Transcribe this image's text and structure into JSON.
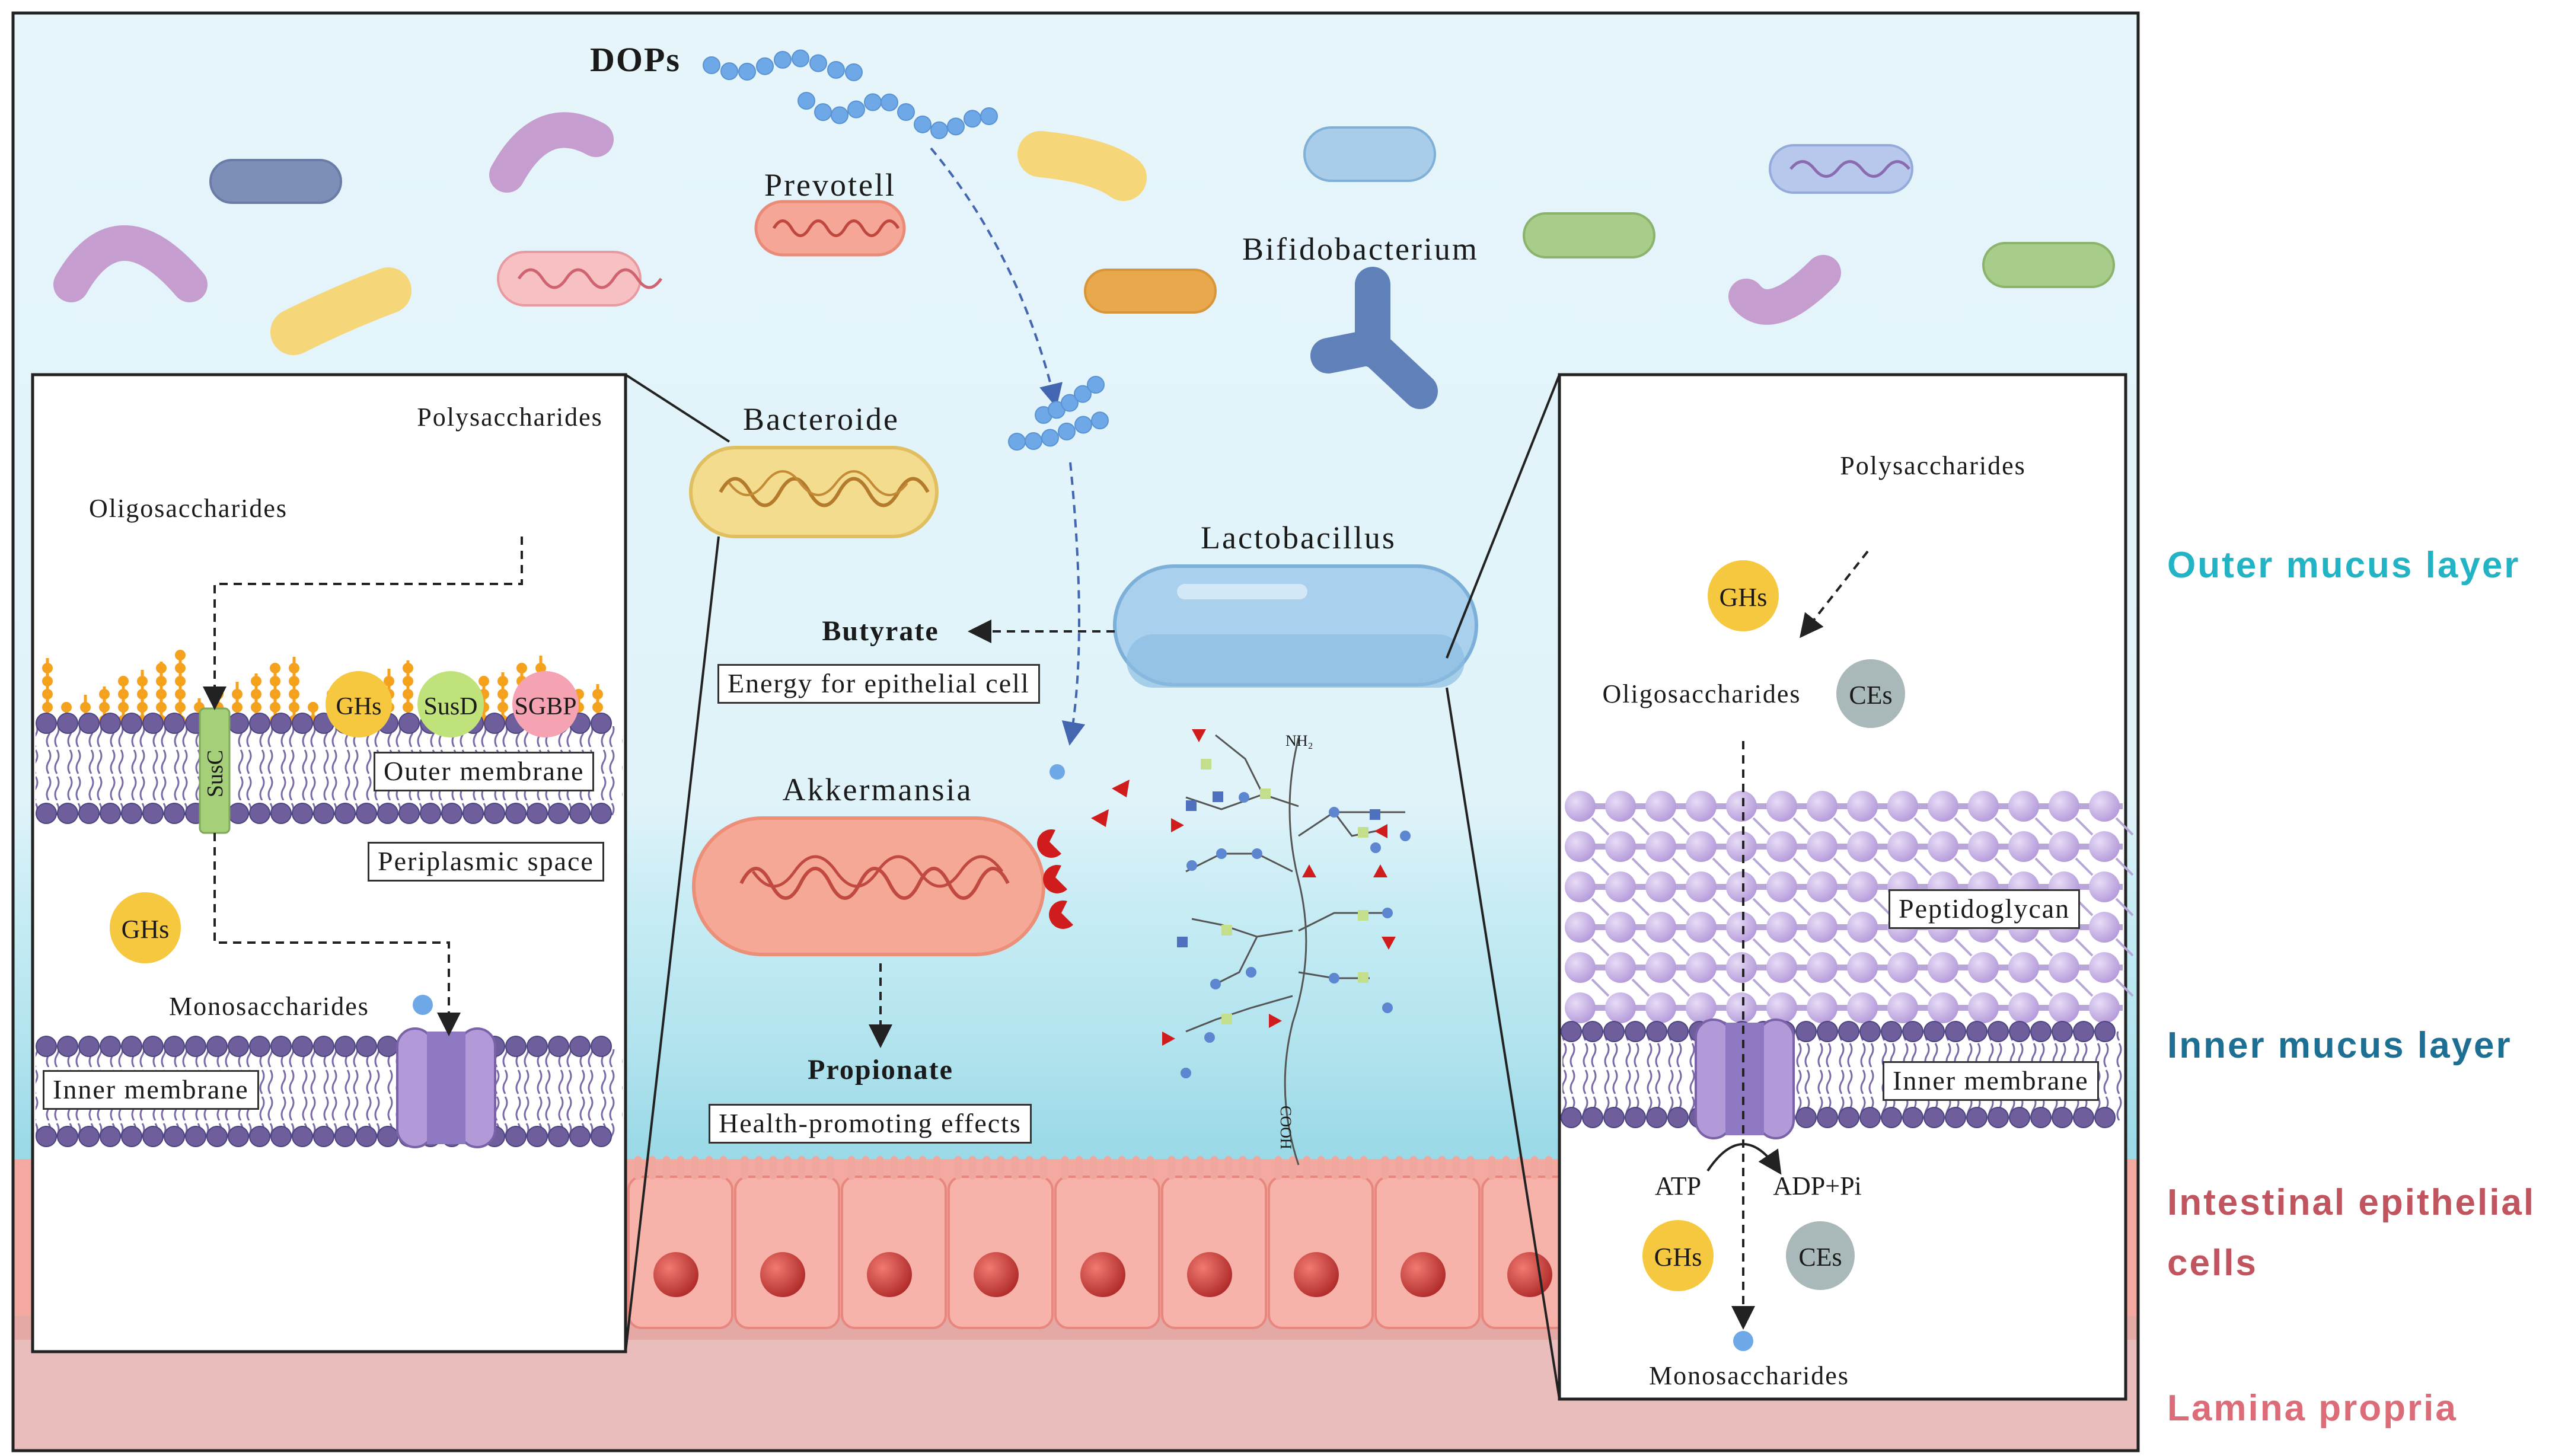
{
  "top": {
    "dops": "DOPs",
    "prevotella": "Prevotell",
    "bifidobacterium": "Bifidobacterium",
    "bacteroides": "Bacteroide",
    "lactobacillus": "Lactobacillus",
    "akkermansia": "Akkermansia"
  },
  "center": {
    "butyrate": "Butyrate",
    "energy": "Energy for epithelial cell",
    "propionate": "Propionate",
    "health": "Health-promoting effects",
    "nh2": "NH₂",
    "cooh": "COOH"
  },
  "left_panel": {
    "polysaccharides": "Polysaccharides",
    "oligosaccharides": "Oligosaccharides",
    "ghs_1": "GHs",
    "susd": "SusD",
    "sgbp": "SGBP",
    "susc": "SusC",
    "outer_membrane": "Outer membrane",
    "periplasmic_space": "Periplasmic space",
    "ghs_2": "GHs",
    "monosaccharides": "Monosaccharides",
    "inner_membrane": "Inner membrane"
  },
  "right_panel": {
    "polysaccharides": "Polysaccharides",
    "ghs_1": "GHs",
    "oligosaccharides": "Oligosaccharides",
    "ces_1": "CEs",
    "peptidoglycan": "Peptidoglycan",
    "inner_membrane": "Inner membrane",
    "atp": "ATP",
    "adp": "ADP+Pi",
    "ghs_2": "GHs",
    "ces_2": "CEs",
    "monosaccharides": "Monosaccharides"
  },
  "layers": {
    "outer_mucus": "Outer mucus layer",
    "inner_mucus": "Inner mucus layer",
    "epithelial": "Intestinal epithelial cells",
    "lamina": "Lamina propria"
  },
  "colors": {
    "outer_mucus": "#22b3c4",
    "inner_mucus": "#1d6f94",
    "epithelial": "#c0555f",
    "lamina": "#dc6d78",
    "monomer": "#6ea8e6",
    "membrane": "#6e5f9c"
  }
}
